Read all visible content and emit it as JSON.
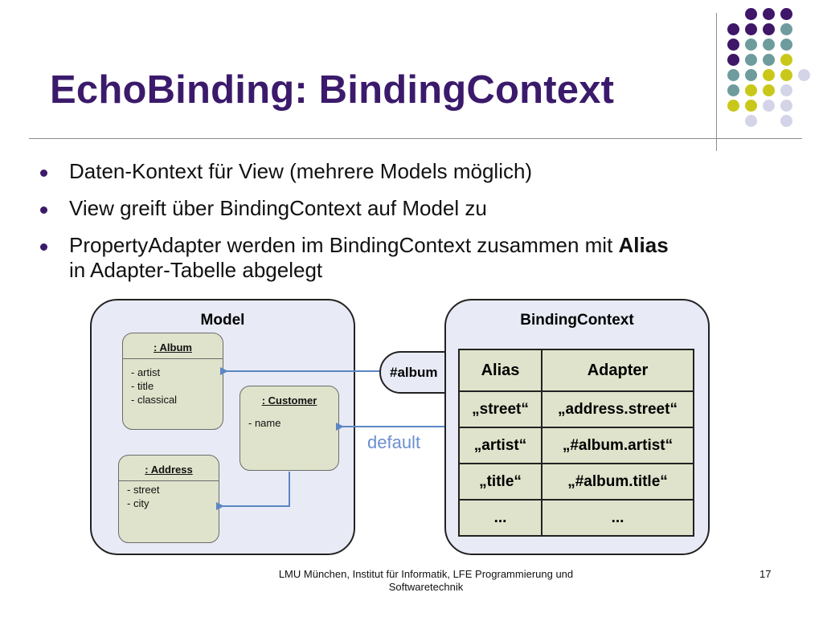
{
  "slide": {
    "title": "EchoBinding: BindingContext",
    "bullets": [
      {
        "text": "Daten-Kontext für View (mehrere Models möglich)"
      },
      {
        "text": "View greift über BindingContext auf Model zu"
      },
      {
        "text_before": "PropertyAdapter werden im BindingContext zusammen mit ",
        "bold": "Alias",
        "line2": "in Adapter-Tabelle abgelegt"
      }
    ],
    "footer": {
      "line1": "LMU München, Institut für Informatik, LFE Programmierung und",
      "line2": "Softwaretechnik"
    },
    "page_number": "17",
    "colors": {
      "title": "#3b1a6b",
      "purple": "#3f1668",
      "teal": "#6e9c9c",
      "yellow": "#c9c81a",
      "lavender": "#d4d4e8",
      "panel_bg": "#e8ebf6",
      "object_bg": "#dfe3cb",
      "arrow": "#5b86c4"
    }
  },
  "diagram": {
    "model": {
      "title": "Model",
      "objects": [
        {
          "name": ": Album",
          "attributes": [
            "- artist",
            "- title",
            "- classical"
          ]
        },
        {
          "name": ": Customer",
          "attributes": [
            "- name"
          ]
        },
        {
          "name": ": Address",
          "attributes": [
            "- street",
            "- city"
          ]
        }
      ]
    },
    "album_tag": "#album",
    "default_label": "default",
    "binding_context": {
      "title": "BindingContext",
      "headers": [
        "Alias",
        "Adapter"
      ],
      "rows": [
        [
          "„street“",
          "„address.street“"
        ],
        [
          "„artist“",
          "„#album.artist“"
        ],
        [
          "„title“",
          "„#album.title“"
        ],
        [
          "...",
          "..."
        ]
      ]
    }
  }
}
